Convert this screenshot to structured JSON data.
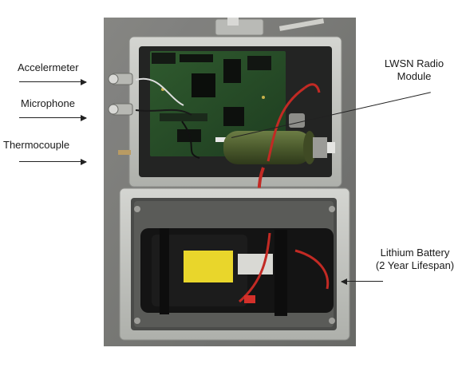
{
  "labels": {
    "accelerometer": "Accelermeter",
    "microphone": "Microphone",
    "thermocouple": "Thermocouple",
    "radio_line1": "LWSN Radio",
    "radio_line2": "Module",
    "battery_line1": "Lithium Battery",
    "battery_line2": "(2 Year Lifespan)"
  }
}
